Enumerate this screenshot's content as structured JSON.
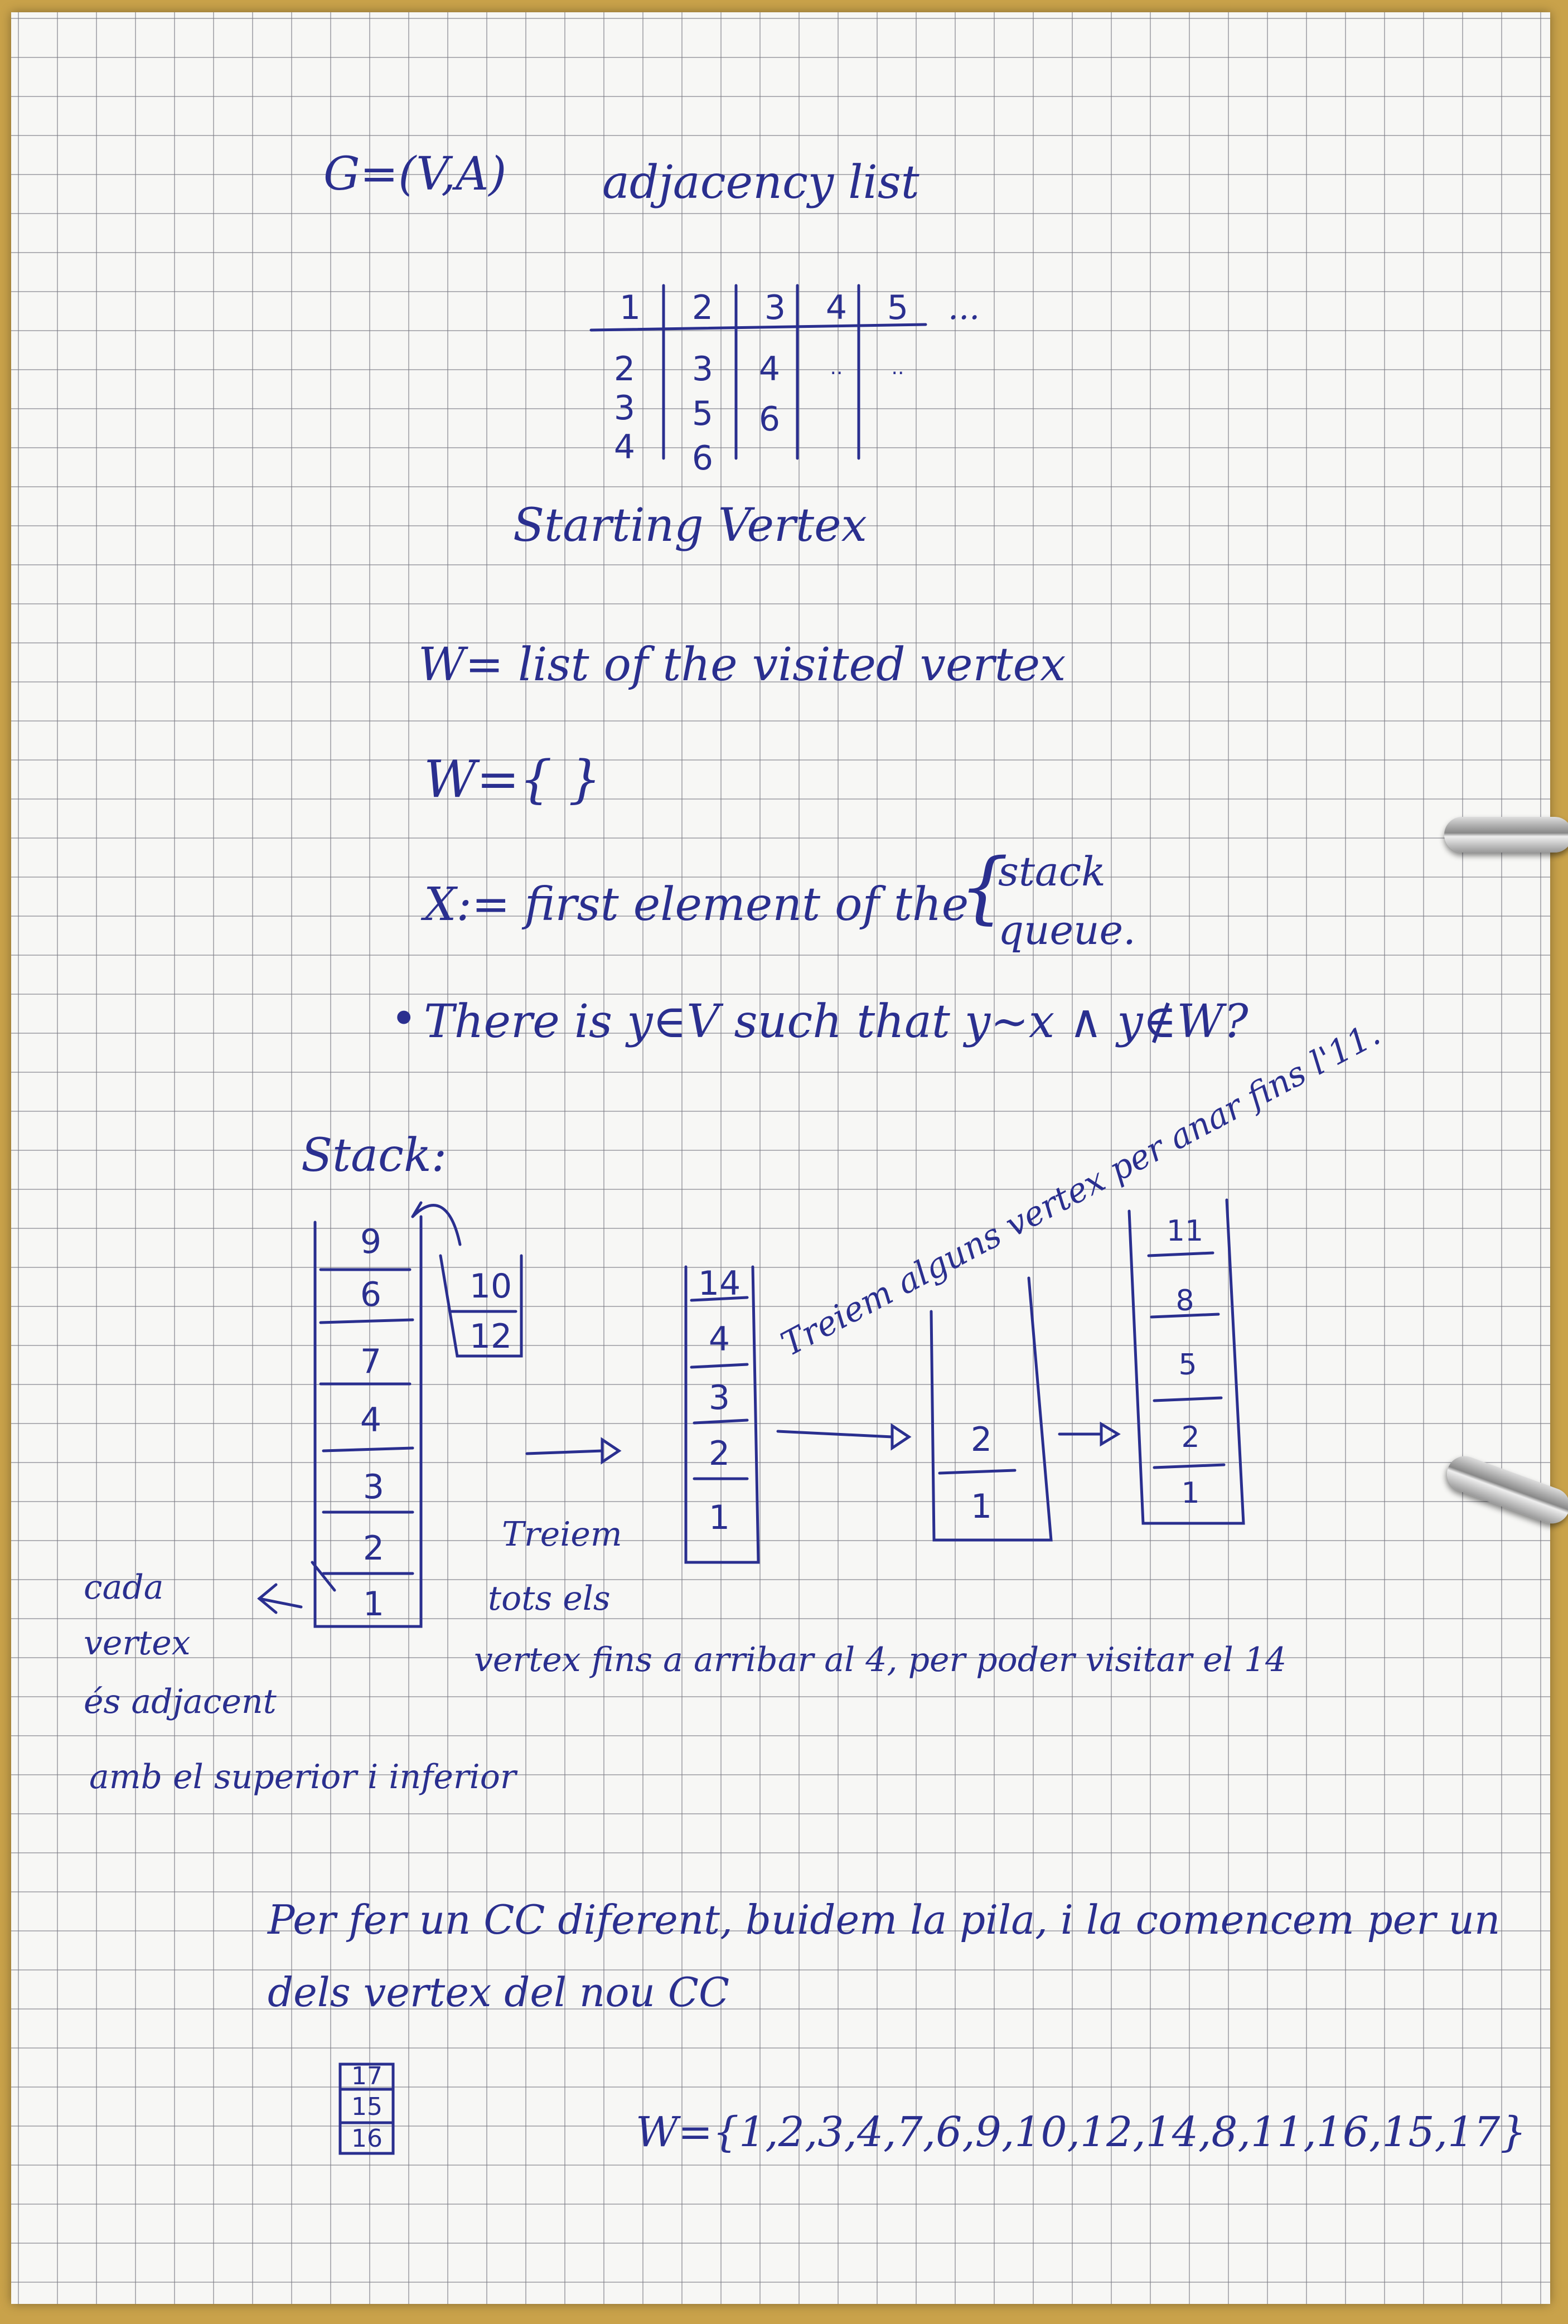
{
  "header": {
    "graph": "G=(V,A)",
    "title": "adjacency list",
    "dots": "..."
  },
  "adjacency": {
    "columns": [
      "1",
      "2",
      "3",
      "4",
      "5"
    ],
    "rows": [
      [
        "2",
        "3",
        "4",
        "..",
        ".."
      ],
      [
        "3",
        "5",
        "6",
        "",
        ""
      ],
      [
        "4",
        "6",
        "",
        "",
        ""
      ]
    ]
  },
  "notes": {
    "starting": "Starting Vertex",
    "w_def": "W= list of the visited vertex",
    "w_empty": "W={ }",
    "x_def": "X:= first element of the",
    "stack": "stack",
    "queue": "queue.",
    "question": "There is y∈V such that y∼x ∧ y∉W?"
  },
  "stacks": {
    "label": "Stack:",
    "main": [
      "9",
      "6",
      "7",
      "4",
      "3",
      "2",
      "1"
    ],
    "side": [
      "10",
      "12"
    ],
    "second": [
      "14",
      "4",
      "3",
      "2",
      "1"
    ],
    "third": [
      "2",
      "1"
    ],
    "fourth": [
      "11",
      "8",
      "5",
      "2",
      "1"
    ],
    "treiem_tots": [
      "Treiem",
      "tots els"
    ],
    "arrival_note": "vertex fins a arribar al 4, per poder visitar el 14",
    "diag_note": "Treiem alguns vertex per anar fins l'11.",
    "cada": [
      "cada",
      "vertex",
      "és adjacent",
      "amb el superior i inferior"
    ]
  },
  "footer": {
    "line1": "Per fer un CC diferent, buidem la pila, i la comencem per un",
    "line2": "dels vertex del nou CC",
    "small_stack": [
      "17",
      "15",
      "16"
    ],
    "w_final": "W={1,2,3,4,7,6,9,10,12,14,8,11,16,15,17}"
  }
}
